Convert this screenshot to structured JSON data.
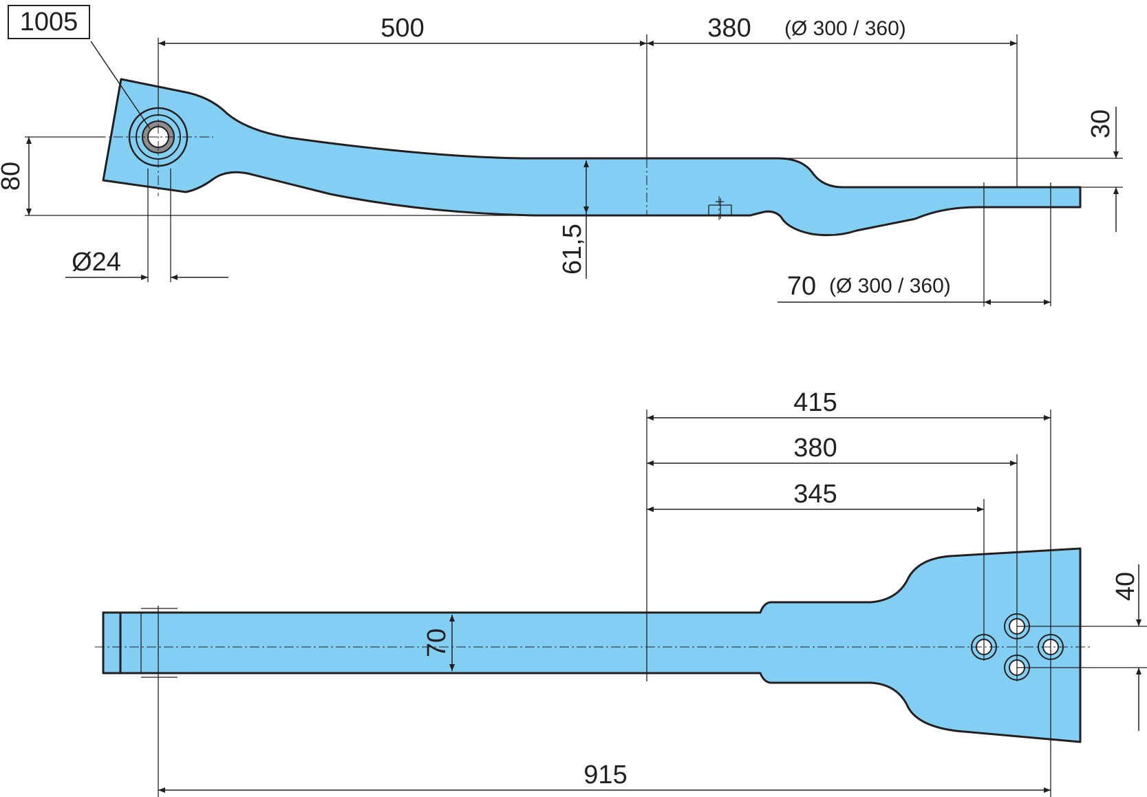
{
  "part_number": "1005",
  "side_view": {
    "dim_500": "500",
    "dim_380": "380",
    "dim_380_note": "(Ø 300 / 360)",
    "dim_30": "30",
    "dim_80": "80",
    "dim_61_5": "61,5",
    "dim_d24": "Ø24",
    "dim_70": "70",
    "dim_70_note": "(Ø 300 / 360)"
  },
  "top_view": {
    "dim_415": "415",
    "dim_380": "380",
    "dim_345": "345",
    "dim_40": "40",
    "dim_70": "70",
    "dim_915": "915"
  },
  "colors": {
    "part_fill": "#83cff3",
    "line": "#231f20",
    "background": "#ffffff"
  }
}
